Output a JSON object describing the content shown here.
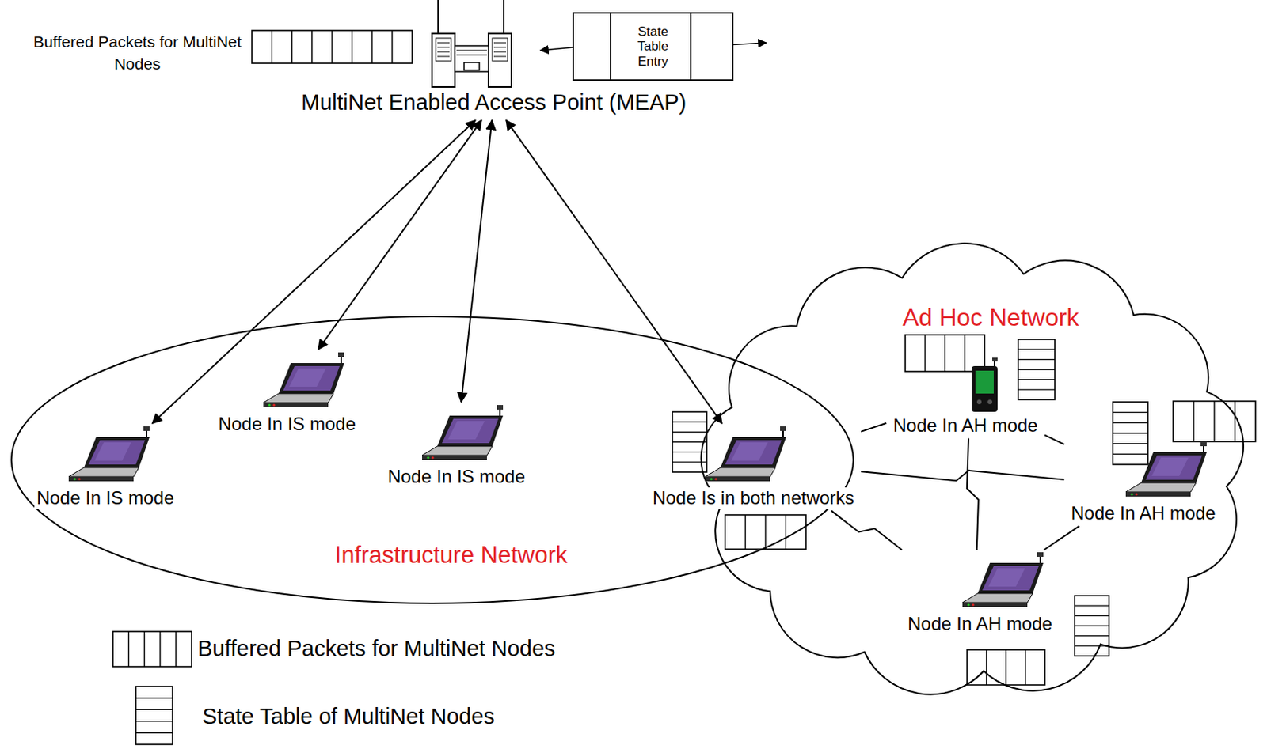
{
  "diagram": {
    "nodes": [
      {
        "text": [
          "MultiNet Enabled Access Point (MEAP)"
        ]
      },
      {
        "text": [
          "State Table Entry"
        ]
      },
      {
        "text": [
          "Infrastructure Network"
        ]
      },
      {
        "text": [
          "Node In IS mode"
        ],
        "in": 2
      },
      {
        "text": [
          "Node In IS mode"
        ],
        "in": 2
      },
      {
        "text": [
          "Node In IS mode"
        ],
        "in": 2
      },
      {
        "text": [
          "Node Is in both networks"
        ],
        "in": 2
      },
      {
        "text": [
          "Ad Hoc Network"
        ]
      },
      {
        "text": [
          "Node In AH mode"
        ],
        "in": 7
      },
      {
        "text": [
          "Node In AH mode"
        ],
        "in": 7
      },
      {
        "text": [
          "Node In AH mode"
        ],
        "in": 7
      }
    ],
    "edges": [
      {
        "from": 0,
        "to": 3,
        "arrow": "both"
      },
      {
        "from": 0,
        "to": 4,
        "arrow": "both"
      },
      {
        "from": 0,
        "to": 5,
        "arrow": "both"
      },
      {
        "from": 0,
        "to": 6,
        "arrow": "both"
      },
      {
        "from": 6,
        "to": 8,
        "arrow": "none"
      },
      {
        "from": 6,
        "to": 9,
        "arrow": "none"
      },
      {
        "from": 6,
        "to": 10,
        "arrow": "none"
      },
      {
        "from": 8,
        "to": 9,
        "arrow": "none"
      },
      {
        "from": 8,
        "to": 10,
        "arrow": "none"
      },
      {
        "from": 9,
        "to": 10,
        "arrow": "none"
      }
    ],
    "labels": [
      "Buffered Packets for MultiNet Nodes"
    ],
    "legend": [
      {
        "text": "Buffered Packets for MultiNet Nodes"
      },
      {
        "text": "State Table of MultiNet Nodes"
      }
    ]
  }
}
